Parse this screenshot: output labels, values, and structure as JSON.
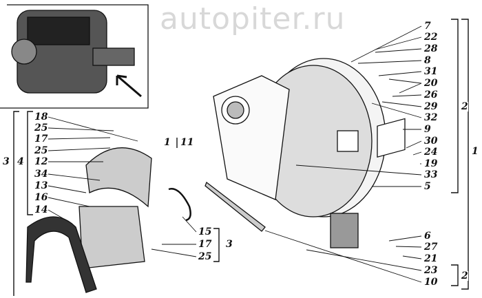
{
  "watermark": "autopiter.ru",
  "right_labels": [
    "7",
    "22",
    "28",
    "8",
    "31",
    "20",
    "26",
    "29",
    "32",
    "9",
    "30",
    "24",
    "19",
    "33",
    "5"
  ],
  "right_lower_labels": [
    "6",
    "27",
    "21",
    "23",
    "10"
  ],
  "left_labels": [
    "18",
    "25",
    "17",
    "25",
    "12",
    "34",
    "13",
    "16",
    "14"
  ],
  "middle_labels": [
    "15",
    "17",
    "25"
  ],
  "groups": {
    "g1": "1",
    "g2": "2",
    "g2b": "2",
    "g3": "3",
    "g3b": "3",
    "g4": "4",
    "g1_11a": "1",
    "g1_11b": "11"
  }
}
